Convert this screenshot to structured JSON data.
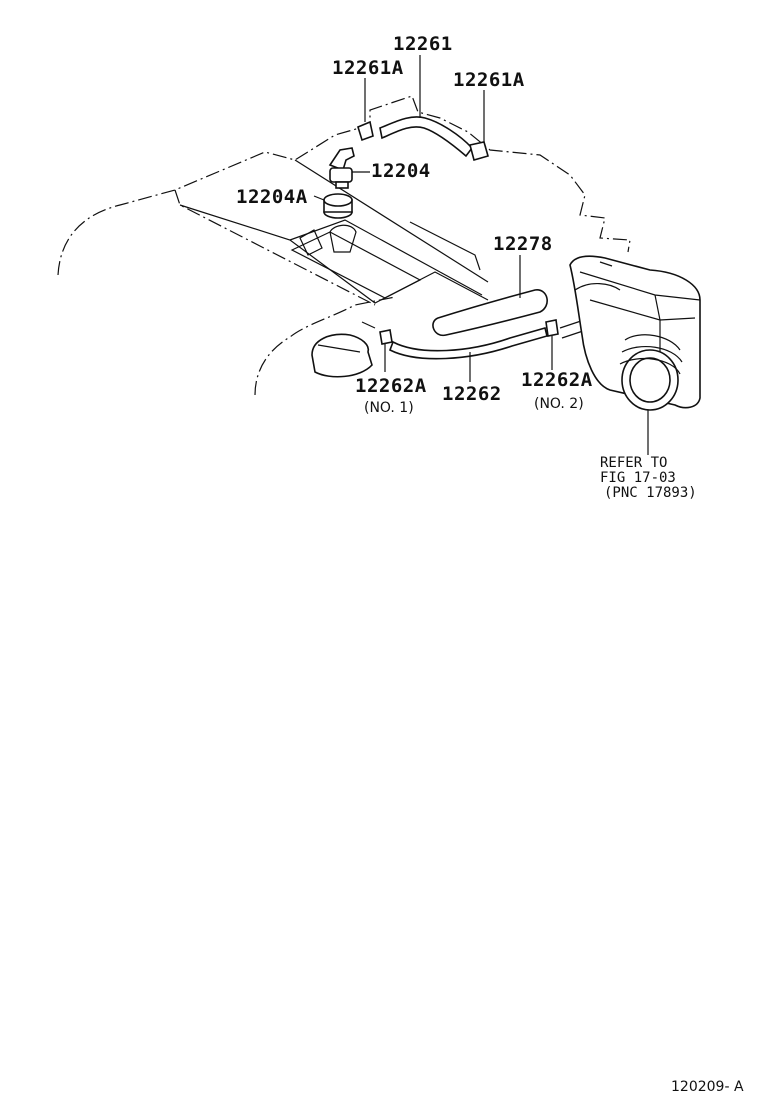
{
  "labels": {
    "p12261": "12261",
    "p12261A_left": "12261A",
    "p12261A_right": "12261A",
    "p12204": "12204",
    "p12204A": "12204A",
    "p12278": "12278",
    "p12262A_no1": "12262A",
    "p12262A_no1_sub": "(NO. 1)",
    "p12262": "12262",
    "p12262A_no2": "12262A",
    "p12262A_no2_sub": "(NO. 2)"
  },
  "refer_note": {
    "line1": "REFER TO",
    "line2": "FIG 17-03",
    "line3": "(PNC 17893)"
  },
  "diagram_id": "120209- A"
}
